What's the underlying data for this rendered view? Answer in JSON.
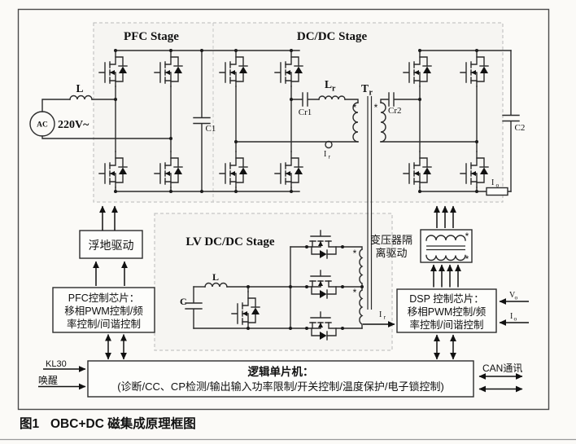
{
  "titles": {
    "pfc_stage": "PFC Stage",
    "dcdc_stage": "DC/DC Stage",
    "lv_stage": "LV DC/DC Stage"
  },
  "source": {
    "ac": "AC",
    "voltage": "220V~"
  },
  "parts": {
    "l_pfc": "L",
    "c1": "C1",
    "cr1": "Cr1",
    "cr2": "Cr2",
    "c2": "C2",
    "l_lv": "L",
    "c_lv": "C",
    "asterisk": "*"
  },
  "sub_labels": {
    "lr": {
      "main": "L",
      "sub": "r"
    },
    "tr": {
      "main": "T",
      "sub": "r"
    },
    "ir_probe": {
      "main": "I",
      "sub": "r"
    },
    "ir_dsp": {
      "main": "I",
      "sub": "r"
    },
    "vo": {
      "main": "V",
      "sub": "o"
    },
    "io_dsp": {
      "main": "I",
      "sub": "o"
    },
    "io_shunt": {
      "main": "I",
      "sub": "o"
    }
  },
  "blocks": {
    "floating_drive": "浮地驱动",
    "pfc_chip_l1": "PFC控制芯片：",
    "pfc_chip_l2": "移相PWM控制/频",
    "pfc_chip_l3": "率控制/间谐控制",
    "xfmr_drive_l1": "变压器隔",
    "xfmr_drive_l2": "离驱动",
    "dsp_chip_l1": "DSP 控制芯片：",
    "dsp_chip_l2": "移相PWM控制/频",
    "dsp_chip_l3": "率控制/间谐控制",
    "logic_l1": "逻辑单片机：",
    "logic_l2": "(诊断/CC、CP检测/输出输入功率限制/开关控制/温度保护/电子锁控制)"
  },
  "signals": {
    "kl30": "KL30",
    "wake": "唤醒",
    "can": "CAN通讯"
  },
  "caption": {
    "fig_no": "图1",
    "title": "OBC+DC 磁集成原理框图"
  }
}
